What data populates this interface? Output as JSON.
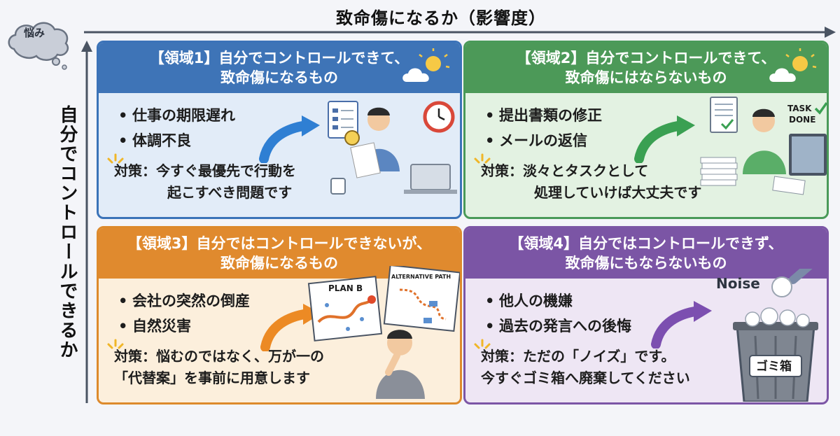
{
  "worry_label": "悩み",
  "x_axis_title": "致命傷になるか（影響度）",
  "y_axis_title": "自分でコントロールできるか",
  "quadrants": [
    {
      "title_line1": "【領域1】自分でコントロールできて、",
      "title_line2": "致命傷になるもの",
      "items": [
        "仕事の期限遅れ",
        "体調不良"
      ],
      "measure_line1": "対策：今すぐ最優先で行動を",
      "measure_line2": "起こすべき問題です",
      "color": "#3e74b7"
    },
    {
      "title_line1": "【領域2】自分でコントロールできて、",
      "title_line2": "致命傷にはならないもの",
      "items": [
        "提出書類の修正",
        "メールの返信"
      ],
      "measure_line1": "対策：淡々とタスクとして",
      "measure_line2": "処理していけば大丈夫です",
      "illustration_text": [
        "TASK",
        "DONE"
      ],
      "color": "#4c9958"
    },
    {
      "title_line1": "【領域3】自分ではコントロールできないが、",
      "title_line2": "致命傷になるもの",
      "items": [
        "会社の突然の倒産",
        "自然災害"
      ],
      "measure_line1": "対策：悩むのではなく、万が一の",
      "measure_line2": "「代替案」を事前に用意します",
      "illustration_text": [
        "PLAN B",
        "ALTERNATIVE PATH"
      ],
      "color": "#e08a2e"
    },
    {
      "title_line1": "【領域4】自分ではコントロールできず、",
      "title_line2": "致命傷にもならないもの",
      "items": [
        "他人の機嫌",
        "過去の発言への後悔"
      ],
      "measure_line1": "対策：ただの「ノイズ」です。",
      "measure_line2": "今すぐゴミ箱へ廃棄してください",
      "illustration_text": [
        "Noise",
        "ゴミ箱"
      ],
      "color": "#7b55a5"
    }
  ]
}
